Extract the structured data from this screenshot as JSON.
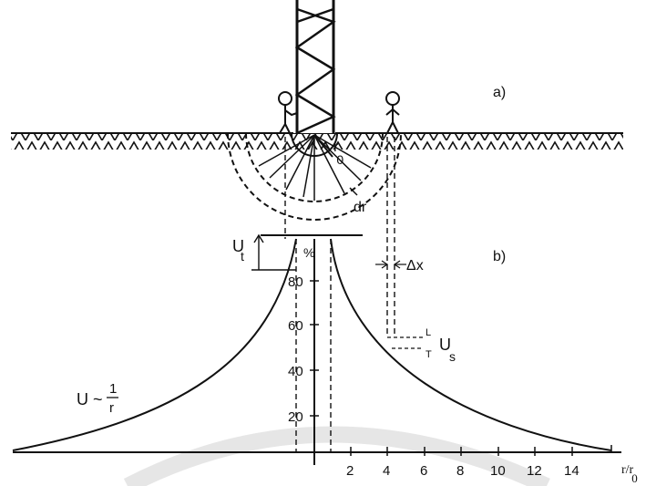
{
  "panel_labels": {
    "a": "a)",
    "b": "b)"
  },
  "labels": {
    "r0": "r",
    "r0_sub": "0",
    "dr": "dr",
    "ut": "U",
    "ut_sub": "t",
    "delta_x": "Δx",
    "us": "U",
    "us_sub": "s",
    "percent": "%",
    "one_over_r_num": "1",
    "one_over_r_den": "r",
    "formula_u": "U ~",
    "axis_x": "r/r",
    "axis_x_sub": "0",
    "step_l": "L",
    "step_t": "T"
  },
  "y_ticks": [
    "20",
    "40",
    "60",
    "80"
  ],
  "x_ticks": [
    "2",
    "4",
    "6",
    "8",
    "10",
    "12",
    "14"
  ],
  "colors": {
    "ink": "#111111",
    "watermark": "#e6e6e6"
  }
}
